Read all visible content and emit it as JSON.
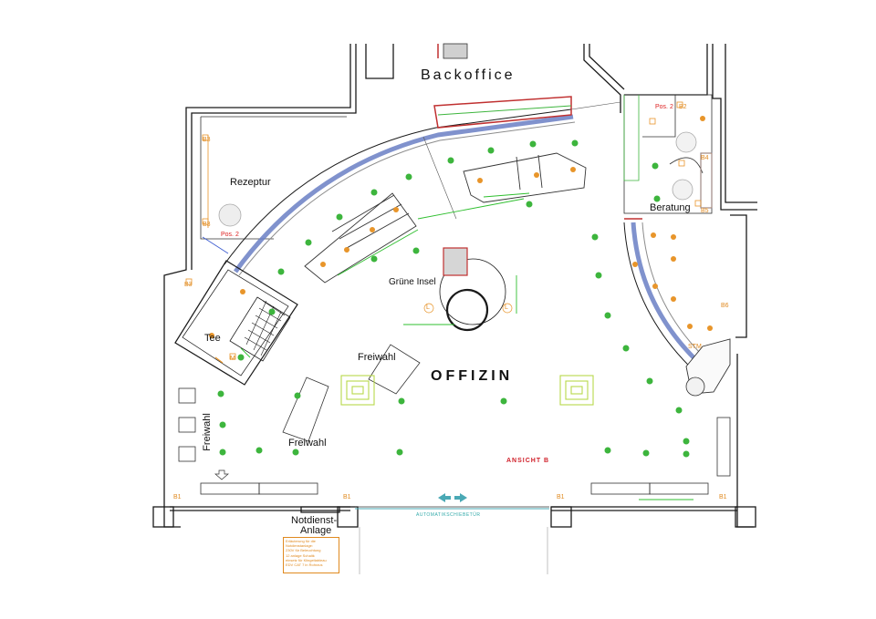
{
  "rooms": {
    "backoffice": "Backoffice",
    "offizin": "OFFIZIN",
    "rezeptur": "Rezeptur",
    "beratung": "Beratung",
    "tee": "Tee",
    "gruene_insel": "Grüne Insel",
    "freiwahl_1": "Freiwahl",
    "freiwahl_2": "Freiwahl",
    "freiwahl_vertical": "Freiwahl",
    "notdienst_1": "Notdienst-",
    "notdienst_2": "Anlage"
  },
  "markers": {
    "pos2": "Pos. 2",
    "b1": "B1",
    "b2": "B2",
    "b3": "B3",
    "b4": "B4",
    "b5": "B5",
    "b6": "B6",
    "stm": "STM",
    "m": "M",
    "l": "L"
  },
  "annotations": {
    "ansicht": "ANSICHT B",
    "door": "AUTOMATIKSCHIEBETÜR"
  },
  "note_lines": [
    "Erläuterung für die",
    "Notdienstanlage:",
    "230V für Beleuchtung",
    "12 anlage Schaltk",
    "einsetz für Klingeltableau",
    "EDV CAT 7 in Rohrzus"
  ],
  "colors": {
    "wall": "#1a1a1a",
    "furniture_gray": "#8c8c8c",
    "shelf_blue": "#6a7fc4",
    "shelf_red": "#c03030",
    "light_green": "#3db53d",
    "light_orange": "#e8952a",
    "dim_green": "#2fbf2f",
    "island_yellowgreen": "#b8d84a",
    "door_teal": "#4aa9b5"
  }
}
